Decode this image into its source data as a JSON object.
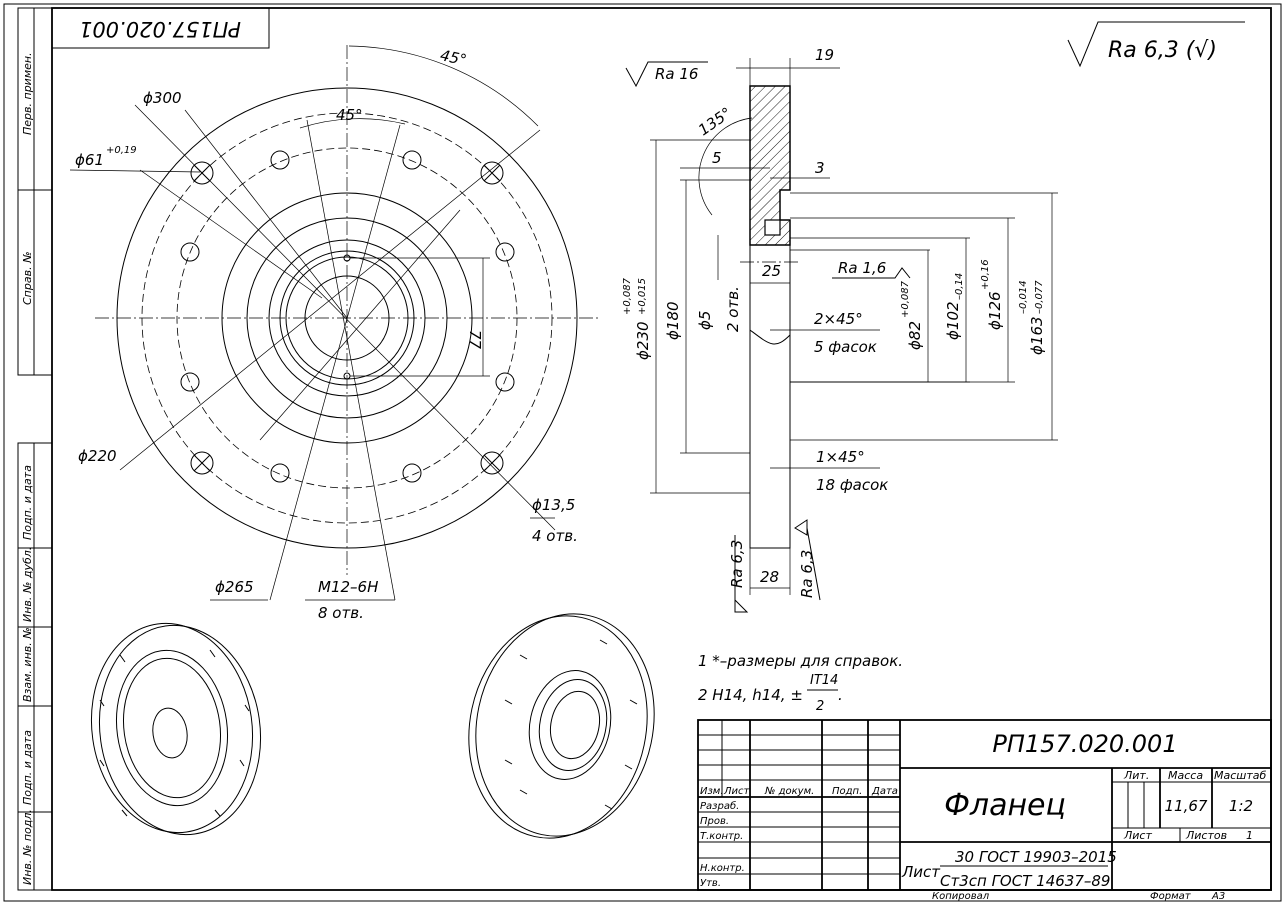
{
  "stamp_top": "РП157.020.001",
  "side_labels": [
    "Перв. примен.",
    "Справ. №",
    "Подп. и дата",
    "Инв. № дубл.",
    "Взам. инв. №",
    "Подп. и дата",
    "Инв. № подл."
  ],
  "roughness_general": "Ra 6,3 (√)",
  "front_view": {
    "angle_outer": "45°",
    "angle_inner": "45°",
    "d_outer": "ϕ300",
    "d_bore": "ϕ61",
    "d_bore_tol": "+0,19",
    "d_bolt_circle": "ϕ220",
    "d_hole_circle": "ϕ265",
    "holes_d": "ϕ13,5",
    "holes_count": "4 отв.",
    "thread": "М12–6Н",
    "thread_count": "8 отв.",
    "span": "77"
  },
  "section_view": {
    "ra_top": "Ra 16",
    "w19": "19",
    "angle135": "135°",
    "d5": "5",
    "d3": "3",
    "d230": "ϕ230",
    "d230_tol_up": "+0,087",
    "d230_tol_lo": "+0,015",
    "d180": "ϕ180",
    "d5_hole": "ϕ5",
    "holes2": "2 отв.",
    "w25": "25",
    "ra16": "Ra 1,6",
    "ch2x45": "2×45°",
    "ch5": "5 фасок",
    "d82": "ϕ82",
    "d82_tol": "+0,087",
    "d102": "ϕ102",
    "d102_tol": "–0,14",
    "d126": "ϕ126",
    "d126_tol": "+0,16",
    "d163": "ϕ163",
    "d163_tol_up": "–0,014",
    "d163_tol_lo": "–0,077",
    "ch1x45": "1×45°",
    "ch18": "18 фасок",
    "ra63_left": "Ra 6,3",
    "ra63_right": "Ra 6,3",
    "w28": "28"
  },
  "notes": {
    "n1": "1  *–размеры для справок.",
    "n2_prefix": "2  H14, h14, ±",
    "n2_num": "IT14",
    "n2_den": "2",
    "n2_suffix": "."
  },
  "title_block": {
    "designation": "РП157.020.001",
    "name": "Фланец",
    "material_top": "30 ГОСТ 19903–2015",
    "material_prefix": "Лист",
    "material_bottom": "Ст3сп ГОСТ 14637–89",
    "lit_label": "Лит.",
    "mass_label": "Масса",
    "scale_label": "Масштаб",
    "mass": "11,67",
    "scale": "1:2",
    "sheet_label": "Лист",
    "sheets_label": "Листов",
    "sheets": "1",
    "col_izm": "Изм.",
    "col_list": "Лист",
    "col_doc": "№ докум.",
    "col_sign": "Подп.",
    "col_date": "Дата",
    "row_razrab": "Разраб.",
    "row_prov": "Пров.",
    "row_tkontr": "Т.контр.",
    "row_nkontr": "Н.контр.",
    "row_utv": "Утв.",
    "copied": "Копировал",
    "format_label": "Формат",
    "format": "А3"
  }
}
